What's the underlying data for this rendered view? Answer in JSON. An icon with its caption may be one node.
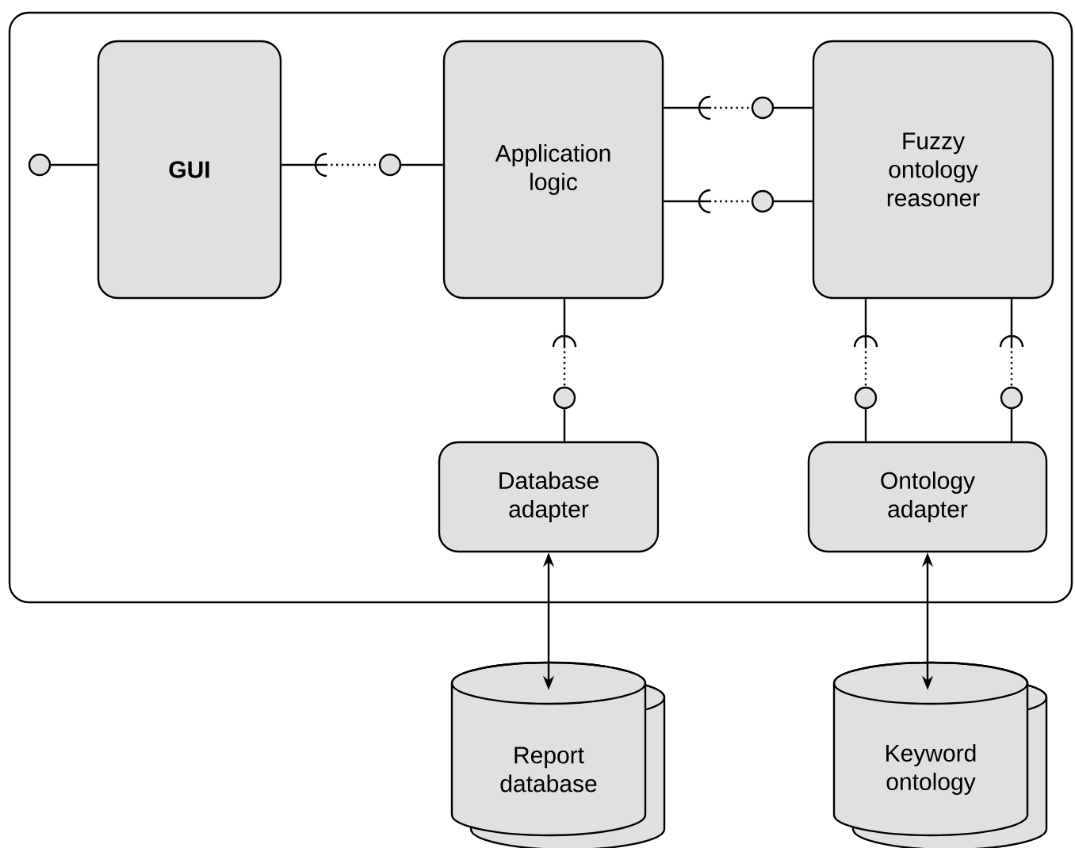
{
  "diagram": {
    "nodes": [
      {
        "text": [],
        "shape": "box"
      },
      {
        "text": [
          "GUI"
        ],
        "in": 0
      },
      {
        "text": [
          "Application logic"
        ],
        "in": 0
      },
      {
        "text": [
          "Fuzzy ontology reasoner"
        ],
        "in": 0
      },
      {
        "text": [
          "Database adapter"
        ],
        "in": 0
      },
      {
        "text": [
          "Ontology adapter"
        ],
        "in": 0
      },
      {
        "text": [
          "Report database"
        ]
      },
      {
        "text": [
          "Keyword ontology"
        ]
      }
    ],
    "edges": [
      {
        "from": 1,
        "to": 2,
        "arrow": "none",
        "style": "dashed"
      },
      {
        "from": 2,
        "to": 3,
        "arrow": "none",
        "style": "dashed"
      },
      {
        "from": 2,
        "to": 3,
        "arrow": "none",
        "style": "dashed"
      },
      {
        "from": 2,
        "to": 4,
        "arrow": "none",
        "style": "dashed"
      },
      {
        "from": 3,
        "to": 5,
        "arrow": "none",
        "style": "dashed"
      },
      {
        "from": 3,
        "to": 5,
        "arrow": "none",
        "style": "dashed"
      },
      {
        "from": 4,
        "to": 6,
        "arrow": "both"
      },
      {
        "from": 5,
        "to": 7,
        "arrow": "both"
      },
      {
        "from": 1,
        "to": null,
        "arrow": "other"
      }
    ]
  }
}
